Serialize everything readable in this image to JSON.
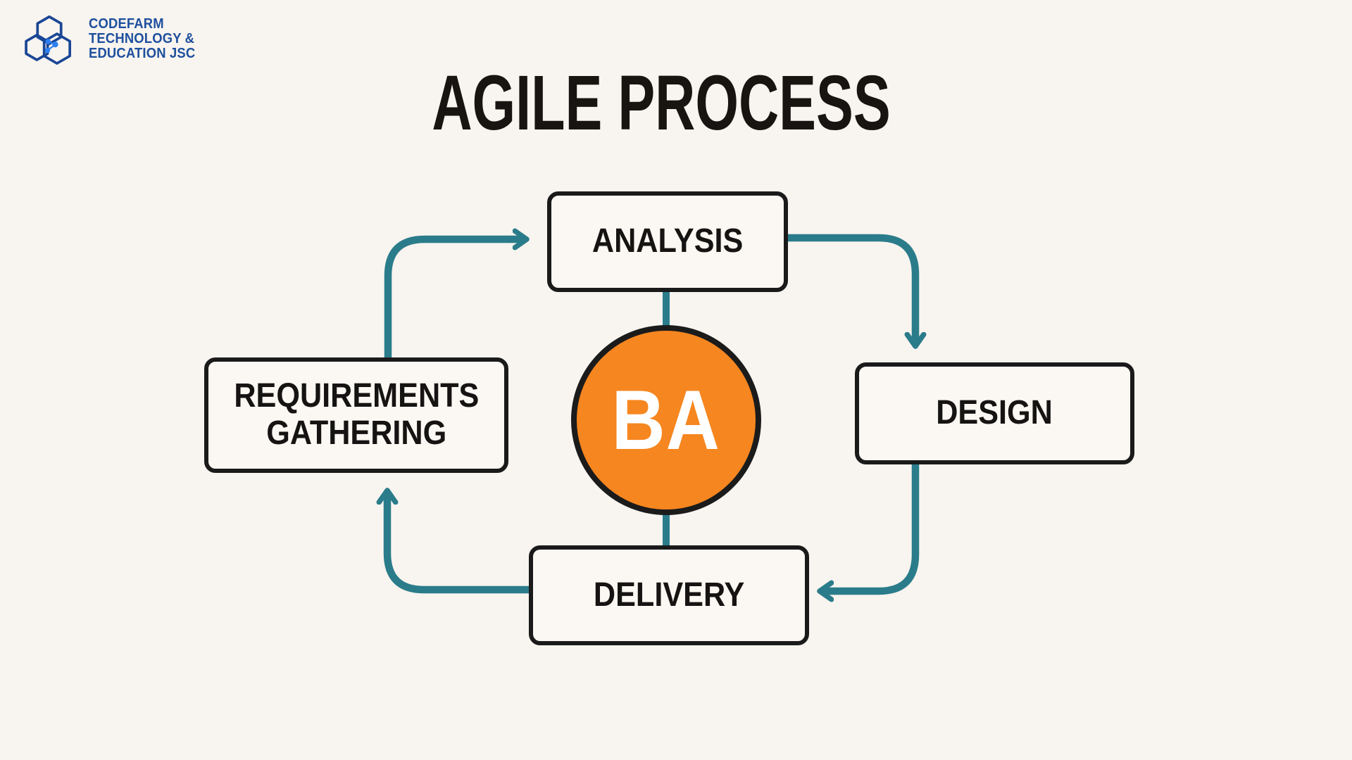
{
  "page": {
    "background_color": "#F8F4EF",
    "kind": "agile-process-cycle-diagram"
  },
  "logo": {
    "icon": "codefarm-hexagons-icon",
    "lines": [
      "CODEFARM",
      "TECHNOLOGY &",
      "EDUCATION JSC"
    ],
    "navy_color": "#1A4696",
    "accent_blue_color": "#2D7FF2"
  },
  "title": {
    "text": "AGILE PROCESS",
    "color": "#171411"
  },
  "diagram": {
    "center_badge": {
      "label": "BA",
      "fill_color": "#F6861F",
      "text_color": "#FFFFFF",
      "ring_color": "#1B1B1B"
    },
    "nodes": [
      {
        "id": "analysis",
        "label": "ANALYSIS"
      },
      {
        "id": "design",
        "label": "DESIGN"
      },
      {
        "id": "delivery",
        "label": "DELIVERY"
      },
      {
        "id": "requirements-gathering",
        "label": "REQUIREMENTS GATHERING",
        "line1": "REQUIREMENTS",
        "line2": "GATHERING"
      }
    ],
    "connections": [
      {
        "from": "requirements-gathering",
        "to": "analysis",
        "type": "arrow"
      },
      {
        "from": "analysis",
        "to": "design",
        "type": "arrow"
      },
      {
        "from": "design",
        "to": "delivery",
        "type": "arrow"
      },
      {
        "from": "delivery",
        "to": "requirements-gathering",
        "type": "arrow"
      },
      {
        "from": "analysis",
        "to": "delivery",
        "via": "center-badge",
        "type": "plain-line"
      }
    ],
    "arrow_color": "#2A7C8A",
    "box_fill_color": "#FBF8F3",
    "box_border_color": "#1A1A1A"
  }
}
